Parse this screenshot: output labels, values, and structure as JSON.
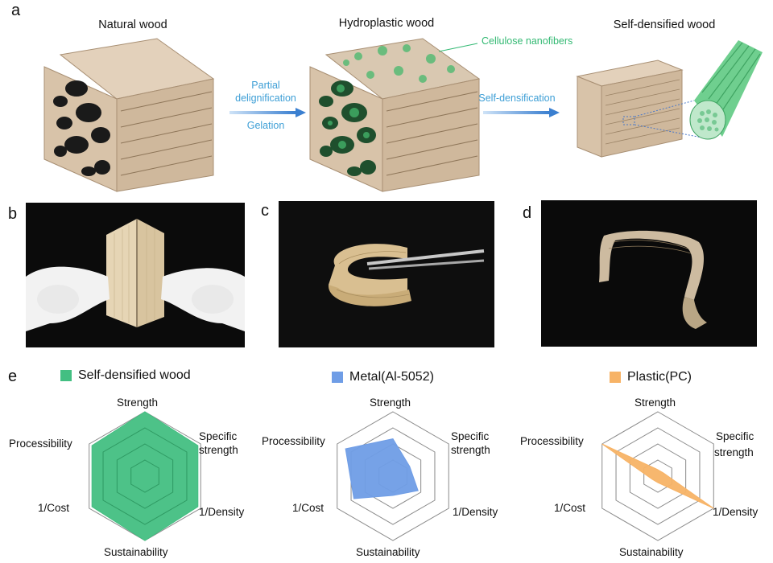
{
  "panel_a": {
    "letter": "a",
    "titles": [
      "Natural wood",
      "Hydroplastic wood",
      "Self-densified wood"
    ],
    "step1": {
      "top": "Partial",
      "middle": "delignification",
      "bottom": "Gelation"
    },
    "step2": "Self-densification",
    "annotation": "Cellulose nanofibers",
    "colors": {
      "wood": "#d8c3a9",
      "wood_dark": "#b49c80",
      "cellulose_green": "#3fb36a",
      "arrow_blue": "#4a90d9"
    }
  },
  "panel_b": {
    "letter": "b"
  },
  "panel_c": {
    "letter": "c"
  },
  "panel_d": {
    "letter": "d"
  },
  "panel_e": {
    "letter": "e",
    "axes": [
      "Strength",
      "Specific strength",
      "1/Density",
      "Sustainability",
      "1/Cost",
      "Processibility"
    ],
    "axis_display": {
      "strength": "Strength",
      "specific_line1": "Specific",
      "specific_line2": "strength",
      "density": "1/Density",
      "sustainability": "Sustainability",
      "cost": "1/Cost",
      "processibility": "Processibility"
    },
    "charts": [
      {
        "name": "Self-densified wood",
        "color": "#43bf82",
        "values": [
          1.0,
          0.95,
          0.95,
          1.0,
          0.95,
          0.95
        ]
      },
      {
        "name": "Metal(Al-5052)",
        "color": "#6f9de6",
        "values": [
          0.58,
          0.3,
          0.45,
          0.3,
          0.7,
          0.85
        ]
      },
      {
        "name": "Plastic(PC)",
        "color": "#f7b366",
        "values": [
          0.1,
          0.1,
          1.0,
          0.1,
          0.1,
          1.0
        ]
      }
    ]
  }
}
